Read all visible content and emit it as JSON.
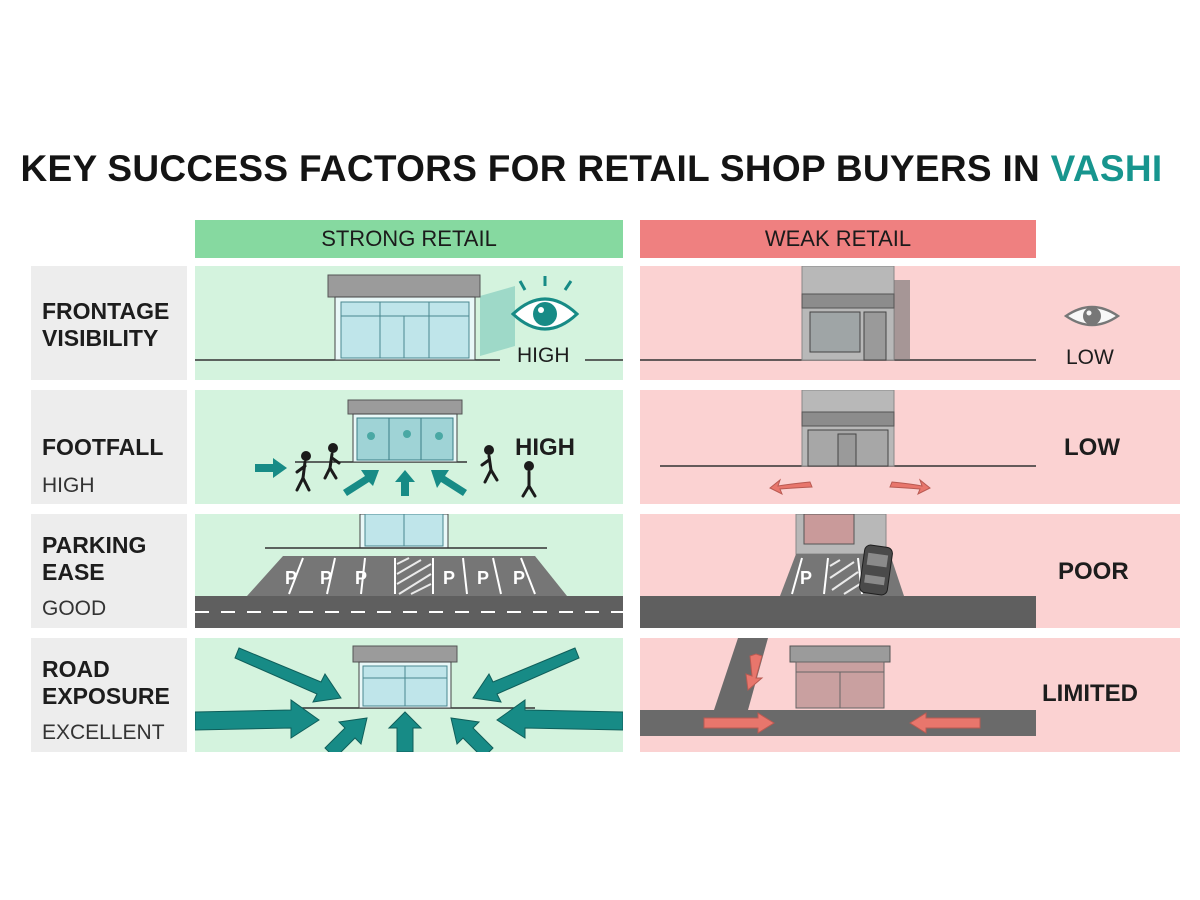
{
  "title": {
    "main": "KEY SUCCESS FACTORS FOR RETAIL SHOP BUYERS IN ",
    "accent": "VASHI"
  },
  "columns": {
    "strong": "STRONG RETAIL",
    "weak": "WEAK RETAIL"
  },
  "rows": [
    {
      "label": "FRONTAGE\nVISIBILITY",
      "sub": "",
      "strong_rating": "HIGH",
      "weak_rating": "LOW",
      "strong_icon": "eye-icon",
      "weak_icon": "eye-icon"
    },
    {
      "label": "FOOTFALL",
      "sub": "HIGH",
      "strong_rating": "HIGH",
      "weak_rating": "LOW",
      "strong_icon": "pedestrians-icon",
      "weak_icon": "diverging-arrows-icon"
    },
    {
      "label": "PARKING\nEASE",
      "sub": "GOOD",
      "strong_rating": "",
      "weak_rating": "POOR",
      "parking_symbol": "P",
      "strong_icon": "parking-lot-icon",
      "weak_icon": "parked-car-icon"
    },
    {
      "label": "ROAD\nEXPOSURE",
      "sub": "EXCELLENT",
      "strong_rating": "",
      "weak_rating": "LIMITED",
      "strong_icon": "converging-arrows-icon",
      "weak_icon": "side-road-icon"
    }
  ],
  "colors": {
    "accent": "#17958e",
    "strong_header": "#86d9a0",
    "weak_header": "#ef8080",
    "strong_bg": "#d4f3de",
    "weak_bg": "#fbd2d2",
    "arrow_teal": "#178b86",
    "arrow_red": "#e8766c"
  }
}
